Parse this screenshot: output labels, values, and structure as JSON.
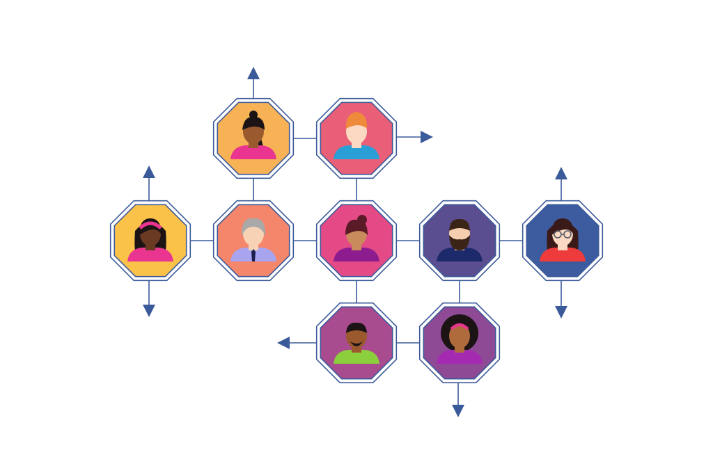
{
  "diagram": {
    "line_color": "#3b5a9a",
    "nodes": [
      {
        "id": "woman-ponytail",
        "fill": "#f6b255",
        "avatar": {
          "skin": "#9b5a2e",
          "hair": "#1c1414",
          "shirt": "#e9358f",
          "hair_style": "ponytail"
        }
      },
      {
        "id": "man-orange-hair",
        "fill": "#ea5f78",
        "avatar": {
          "skin": "#fbd9c2",
          "hair": "#ef8a3b",
          "shirt": "#2a9fd6",
          "hair_style": "short-up"
        }
      },
      {
        "id": "woman-headband",
        "fill": "#fbc24a",
        "avatar": {
          "skin": "#6b3a22",
          "hair": "#1c1414",
          "shirt": "#e9358f",
          "hair_style": "long-headband"
        }
      },
      {
        "id": "man-grey-hair",
        "fill": "#f4866b",
        "avatar": {
          "skin": "#f7d2b4",
          "hair": "#a9a9a9",
          "shirt": "#a8a4f0",
          "hair_style": "grey-tie"
        }
      },
      {
        "id": "woman-bun",
        "fill": "#e44a86",
        "avatar": {
          "skin": "#c98b5c",
          "hair": "#5a1a26",
          "shirt": "#8d1d8f",
          "hair_style": "bun"
        }
      },
      {
        "id": "man-beard",
        "fill": "#5b4e90",
        "avatar": {
          "skin": "#f5cdaf",
          "hair": "#3a2417",
          "shirt": "#1c2a6b",
          "hair_style": "beard"
        }
      },
      {
        "id": "woman-glasses",
        "fill": "#3d5ca0",
        "avatar": {
          "skin": "#fbd9c2",
          "hair": "#3a1a18",
          "shirt": "#ee3b3b",
          "hair_style": "long-glasses"
        }
      },
      {
        "id": "man-goatee",
        "fill": "#a94b8f",
        "avatar": {
          "skin": "#9b5a2e",
          "hair": "#1c1414",
          "shirt": "#8ccf3d",
          "hair_style": "goatee"
        }
      },
      {
        "id": "woman-afro",
        "fill": "#8e4a94",
        "avatar": {
          "skin": "#b06b3c",
          "hair": "#1c1414",
          "shirt": "#a42bb1",
          "hair_style": "afro"
        }
      }
    ]
  }
}
